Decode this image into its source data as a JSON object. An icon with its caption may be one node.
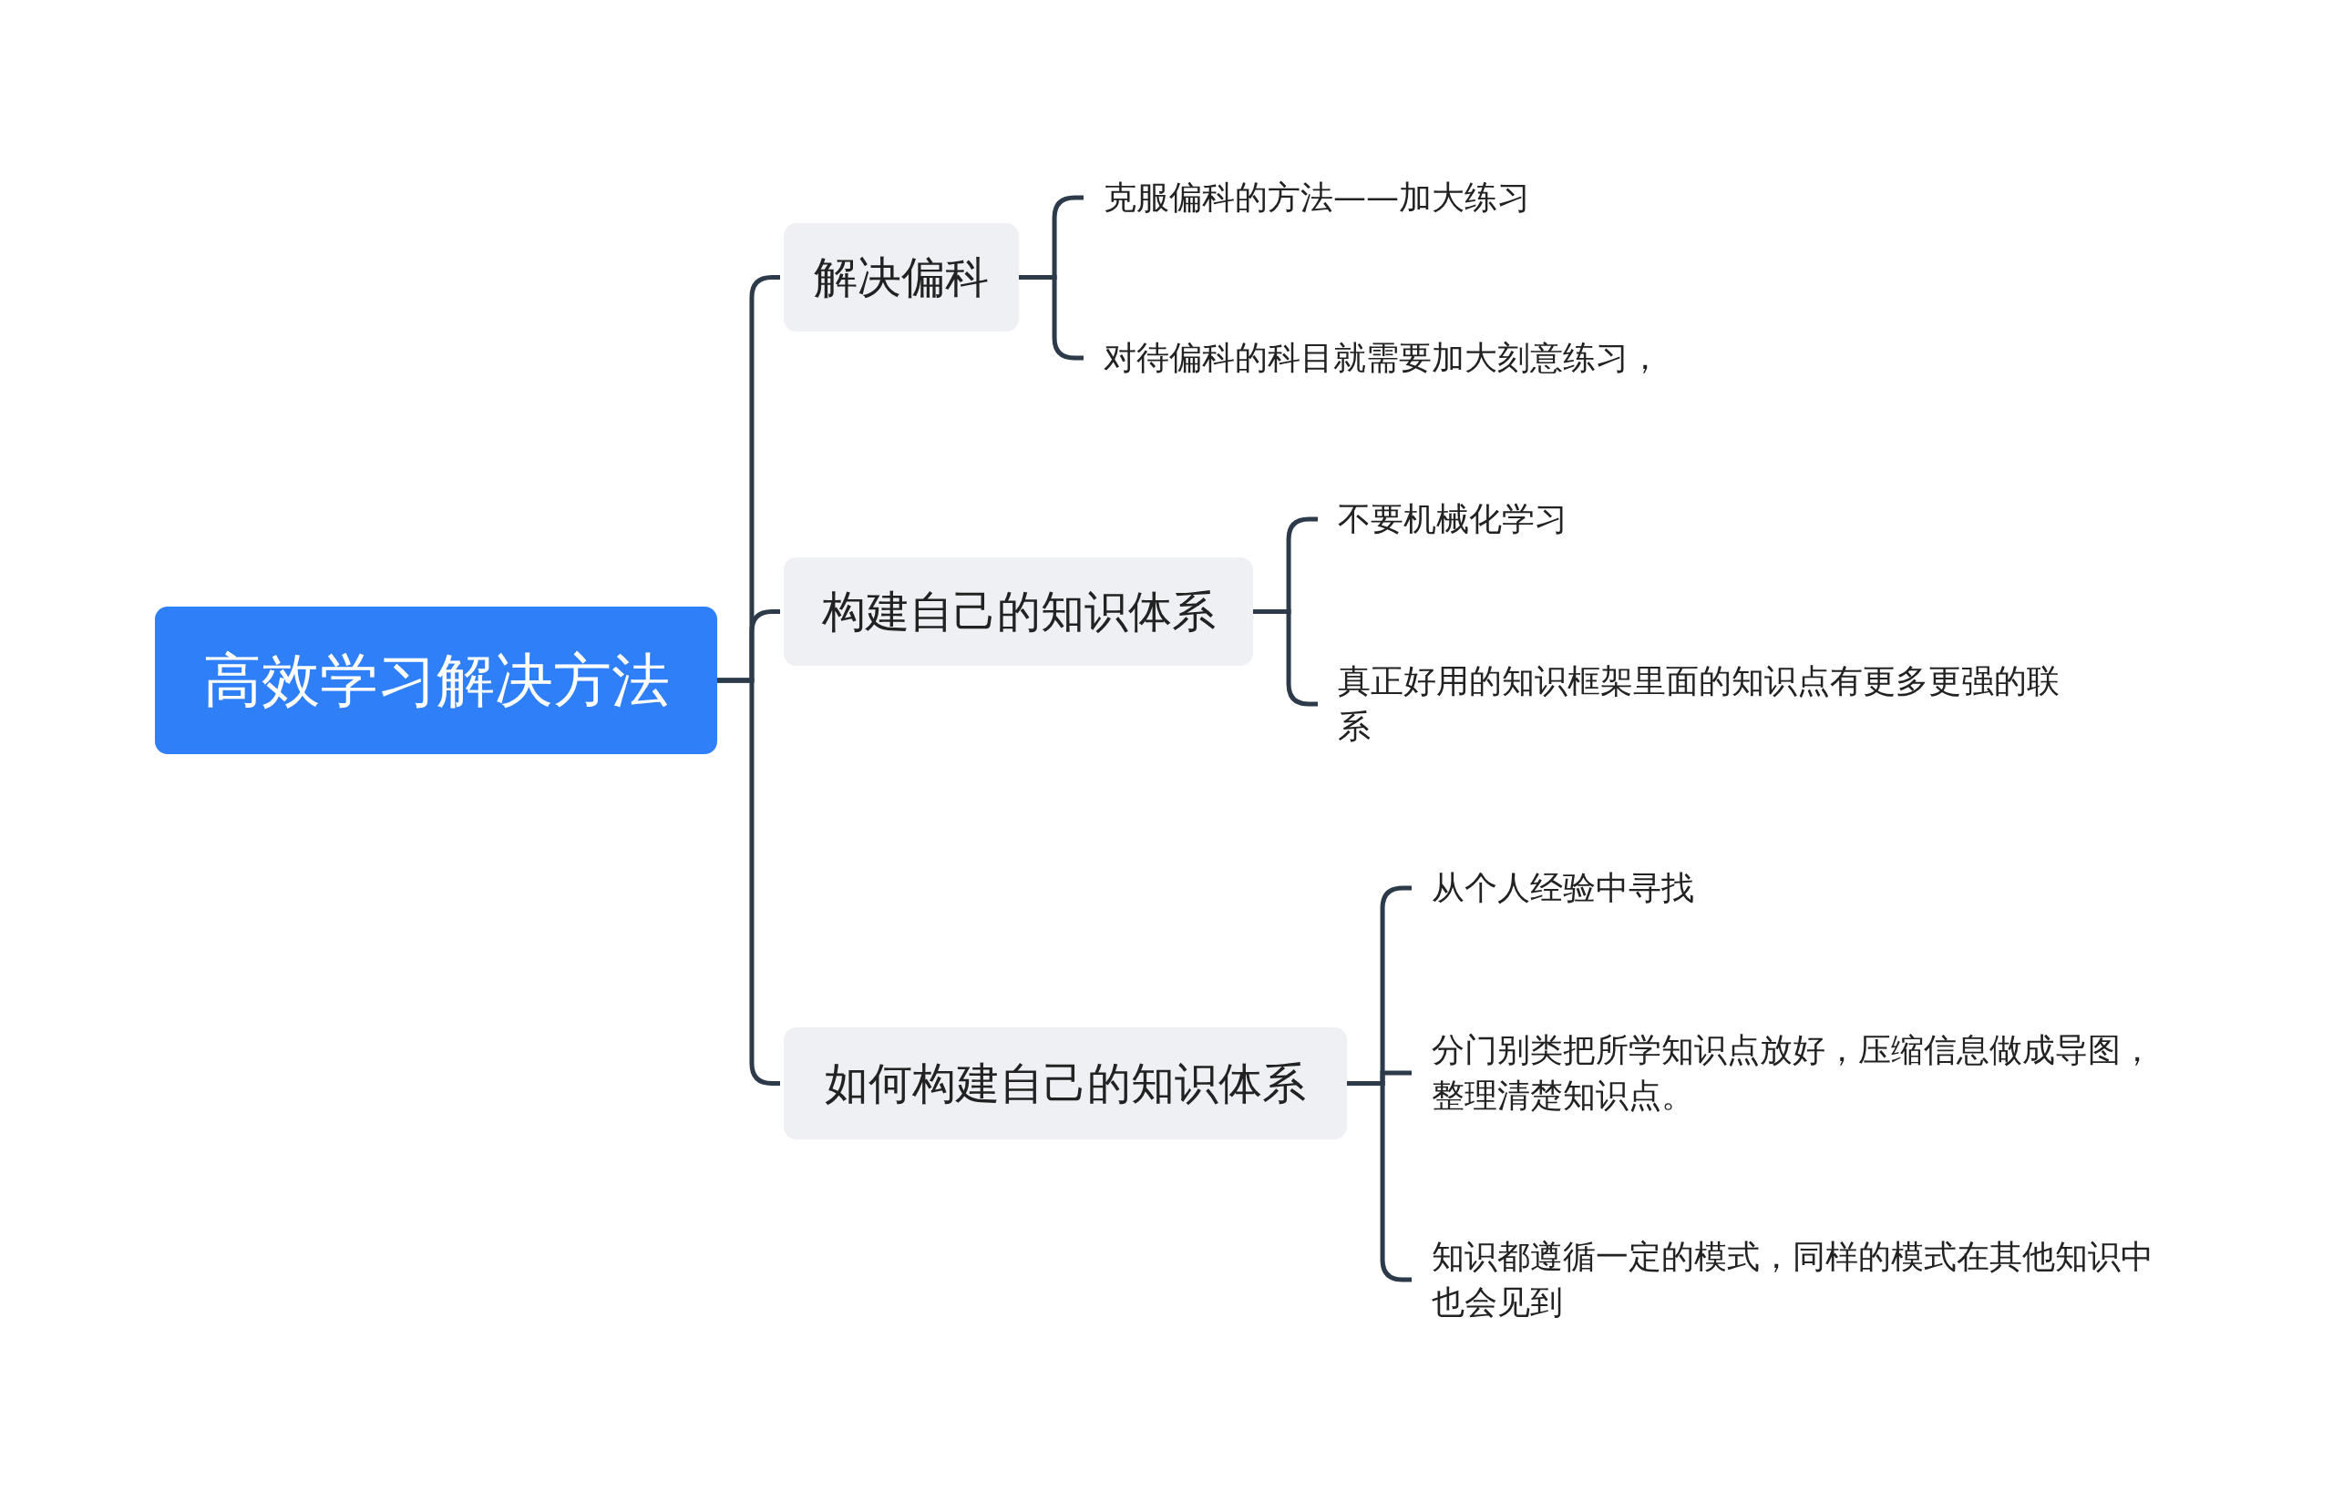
{
  "diagram": {
    "nodes": [
      {
        "text": [
          "高效学习解决方法"
        ]
      },
      {
        "text": [
          "解决偏科"
        ]
      },
      {
        "text": [
          "克服偏科的方法——加大练习"
        ]
      },
      {
        "text": [
          "对待偏科的科目就需要加大刻意练习，"
        ]
      },
      {
        "text": [
          "构建自己的知识体系"
        ]
      },
      {
        "text": [
          "不要机械化学习"
        ]
      },
      {
        "text": [
          "真正好用的知识框架里面的知识点有更多更强的联系"
        ]
      },
      {
        "text": [
          "如何构建自己的知识体系"
        ]
      },
      {
        "text": [
          "从个人经验中寻找"
        ]
      },
      {
        "text": [
          "分门别类把所学知识点放好，压缩信息做成导图，整理清楚知识点。"
        ]
      },
      {
        "text": [
          "知识都遵循一定的模式，同样的模式在其他知识中也会见到"
        ]
      }
    ],
    "edges": [
      {
        "from": 0,
        "to": 1,
        "arrow": "none"
      },
      {
        "from": 0,
        "to": 4,
        "arrow": "none"
      },
      {
        "from": 0,
        "to": 7,
        "arrow": "none"
      },
      {
        "from": 1,
        "to": 2,
        "arrow": "none"
      },
      {
        "from": 1,
        "to": 3,
        "arrow": "none"
      },
      {
        "from": 4,
        "to": 5,
        "arrow": "none"
      },
      {
        "from": 4,
        "to": 6,
        "arrow": "none"
      },
      {
        "from": 7,
        "to": 8,
        "arrow": "none"
      },
      {
        "from": 7,
        "to": 9,
        "arrow": "none"
      },
      {
        "from": 7,
        "to": 10,
        "arrow": "none"
      }
    ]
  }
}
